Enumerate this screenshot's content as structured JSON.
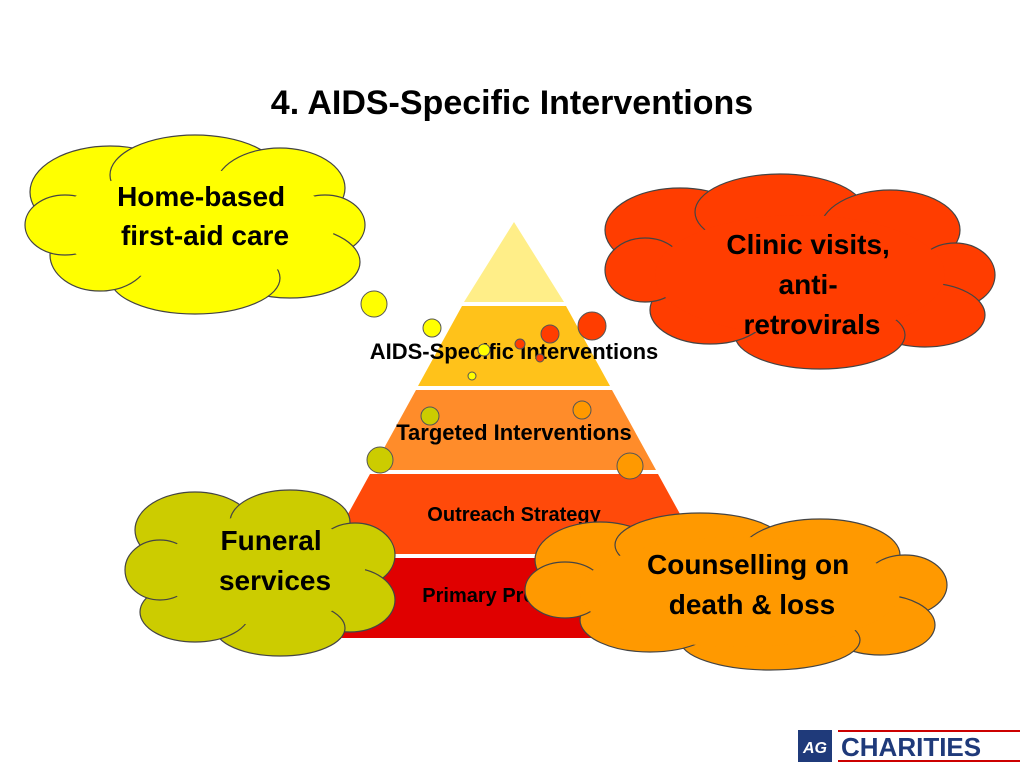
{
  "slide": {
    "title": "4. AIDS-Specific Interventions"
  },
  "pyramid": {
    "levels": [
      {
        "label": "AIDS-Specific Interventions"
      },
      {
        "label": "Targeted Interventions"
      },
      {
        "label": "Outreach Strategy"
      },
      {
        "label": "Primary Prevention"
      }
    ]
  },
  "clouds": {
    "home_based": {
      "lines": [
        "Home-based",
        "first-aid care"
      ]
    },
    "clinic": {
      "lines": [
        "Clinic visits,",
        "anti-",
        "retrovirals"
      ]
    },
    "funeral": {
      "lines": [
        "Funeral",
        "services"
      ]
    },
    "counselling": {
      "lines": [
        "Counselling on",
        "death & loss"
      ]
    }
  },
  "colors": {
    "level_top": "#ffee88",
    "level_1": "#ffc21a",
    "level_2": "#ff8c2a",
    "level_3": "#ff4a0a",
    "level_4": "#e00000",
    "cloud_yellow": "#ffff00",
    "cloud_red": "#ff3d00",
    "cloud_olive": "#cccc00",
    "cloud_orange": "#ff9900",
    "logo_blue": "#1f3a7a"
  },
  "logo": {
    "mark": "AG",
    "text": "CHARITIES"
  }
}
